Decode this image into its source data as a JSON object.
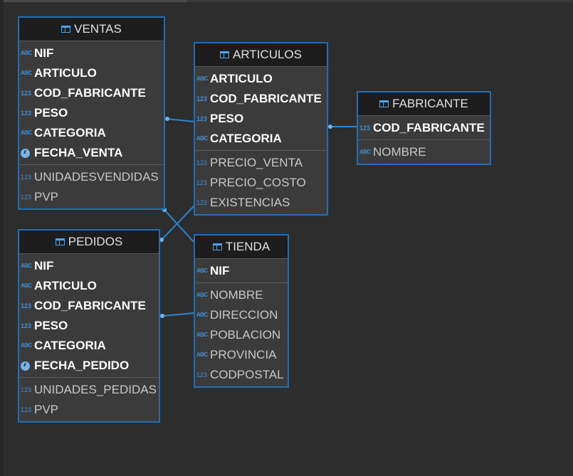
{
  "entities": {
    "ventas": {
      "name": "VENTAS",
      "keys": [
        {
          "type": "abc",
          "label": "NIF"
        },
        {
          "type": "abc",
          "label": "ARTICULO"
        },
        {
          "type": "num",
          "label": "COD_FABRICANTE"
        },
        {
          "type": "num",
          "label": "PESO"
        },
        {
          "type": "abc",
          "label": "CATEGORIA"
        },
        {
          "type": "date",
          "label": "FECHA_VENTA"
        }
      ],
      "attributes": [
        {
          "type": "num",
          "label": "UNIDADESVENDIDAS"
        },
        {
          "type": "num",
          "label": "PVP"
        }
      ]
    },
    "articulos": {
      "name": "ARTICULOS",
      "keys": [
        {
          "type": "abc",
          "label": "ARTICULO"
        },
        {
          "type": "num",
          "label": "COD_FABRICANTE"
        },
        {
          "type": "num",
          "label": "PESO"
        },
        {
          "type": "abc",
          "label": "CATEGORIA"
        }
      ],
      "attributes": [
        {
          "type": "num",
          "label": "PRECIO_VENTA"
        },
        {
          "type": "num",
          "label": "PRECIO_COSTO"
        },
        {
          "type": "num",
          "label": "EXISTENCIAS"
        }
      ]
    },
    "fabricante": {
      "name": "FABRICANTE",
      "keys": [
        {
          "type": "num",
          "label": "COD_FABRICANTE"
        }
      ],
      "attributes": [
        {
          "type": "abc",
          "label": "NOMBRE"
        }
      ]
    },
    "pedidos": {
      "name": "PEDIDOS",
      "keys": [
        {
          "type": "abc",
          "label": "NIF"
        },
        {
          "type": "abc",
          "label": "ARTICULO"
        },
        {
          "type": "num",
          "label": "COD_FABRICANTE"
        },
        {
          "type": "num",
          "label": "PESO"
        },
        {
          "type": "abc",
          "label": "CATEGORIA"
        },
        {
          "type": "date",
          "label": "FECHA_PEDIDO"
        }
      ],
      "attributes": [
        {
          "type": "num",
          "label": "UNIDADES_PEDIDAS"
        },
        {
          "type": "num",
          "label": "PVP"
        }
      ]
    },
    "tienda": {
      "name": "TIENDA",
      "keys": [
        {
          "type": "abc",
          "label": "NIF"
        }
      ],
      "attributes": [
        {
          "type": "abc",
          "label": "NOMBRE"
        },
        {
          "type": "abc",
          "label": "DIRECCION"
        },
        {
          "type": "abc",
          "label": "POBLACION"
        },
        {
          "type": "abc",
          "label": "PROVINCIA"
        },
        {
          "type": "num",
          "label": "CODPOSTAL"
        }
      ]
    }
  },
  "type_icons": {
    "abc": "ABC",
    "num": "123",
    "date": "clock-icon"
  },
  "relationships": [
    {
      "from": "VENTAS",
      "to": "ARTICULOS"
    },
    {
      "from": "ARTICULOS",
      "to": "FABRICANTE"
    },
    {
      "from": "VENTAS",
      "to": "TIENDA"
    },
    {
      "from": "PEDIDOS",
      "to": "ARTICULOS"
    },
    {
      "from": "PEDIDOS",
      "to": "TIENDA"
    }
  ],
  "colors": {
    "border": "#1f6fb8",
    "connector": "#2b86d3",
    "header_bg": "#1d1d1d",
    "body_bg": "#3b3b3b",
    "canvas": "#2d2d2d"
  }
}
